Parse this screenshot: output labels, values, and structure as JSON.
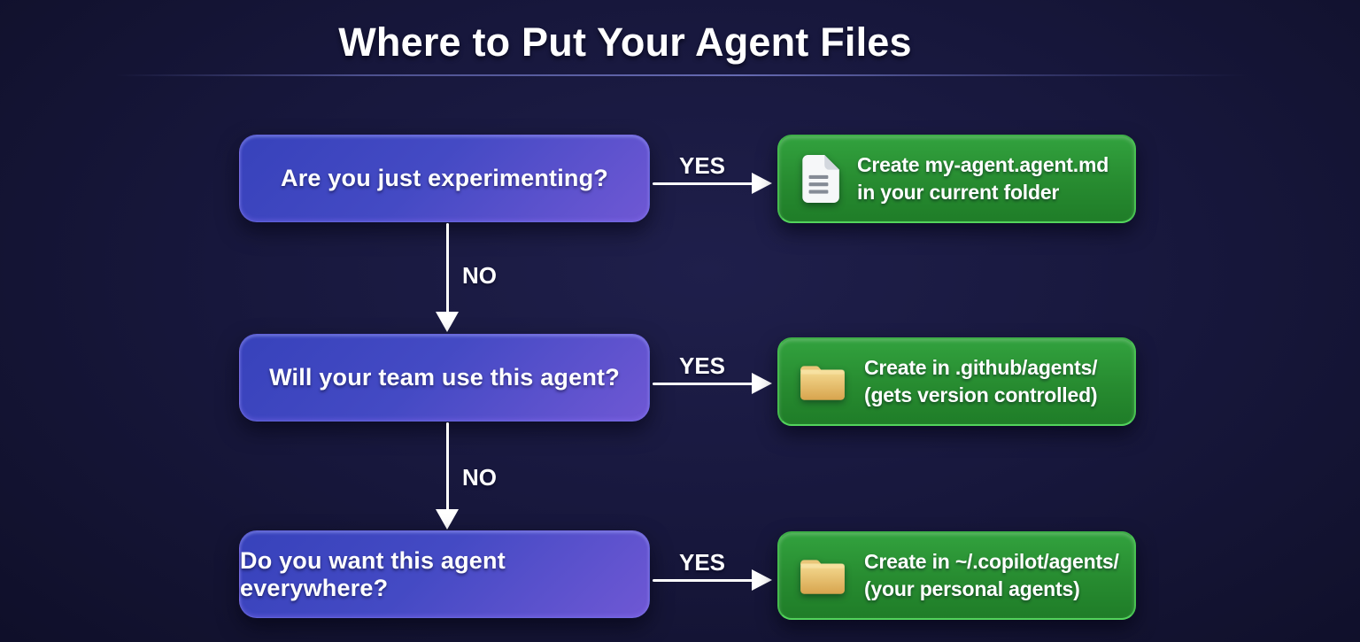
{
  "title": "Where to Put Your Agent Files",
  "flowchart": {
    "rows": [
      {
        "question": "Are you just experimenting?",
        "yes_label": "YES",
        "answer_line1": "Create my-agent.agent.md",
        "answer_line2": "in your current folder",
        "icon": "document-icon"
      },
      {
        "question": "Will your team use this agent?",
        "yes_label": "YES",
        "answer_line1": "Create in .github/agents/",
        "answer_line2": "(gets version controlled)",
        "icon": "folder-icon"
      },
      {
        "question": "Do you want this agent everywhere?",
        "yes_label": "YES",
        "answer_line1": "Create in ~/.copilot/agents/",
        "answer_line2": "(your personal agents)",
        "icon": "folder-icon"
      }
    ],
    "no_connectors": [
      {
        "label": "NO"
      },
      {
        "label": "NO"
      }
    ]
  },
  "colors": {
    "background_navy": "#17173c",
    "question_box_blue": "#3742bb",
    "question_box_purple": "#6f58d4",
    "answer_box_green": "#278b30",
    "answer_box_border_green": "#53d45c",
    "folder_yellow": "#ecc772",
    "document_white": "#f6f7f9",
    "connector_white": "#ffffff"
  }
}
